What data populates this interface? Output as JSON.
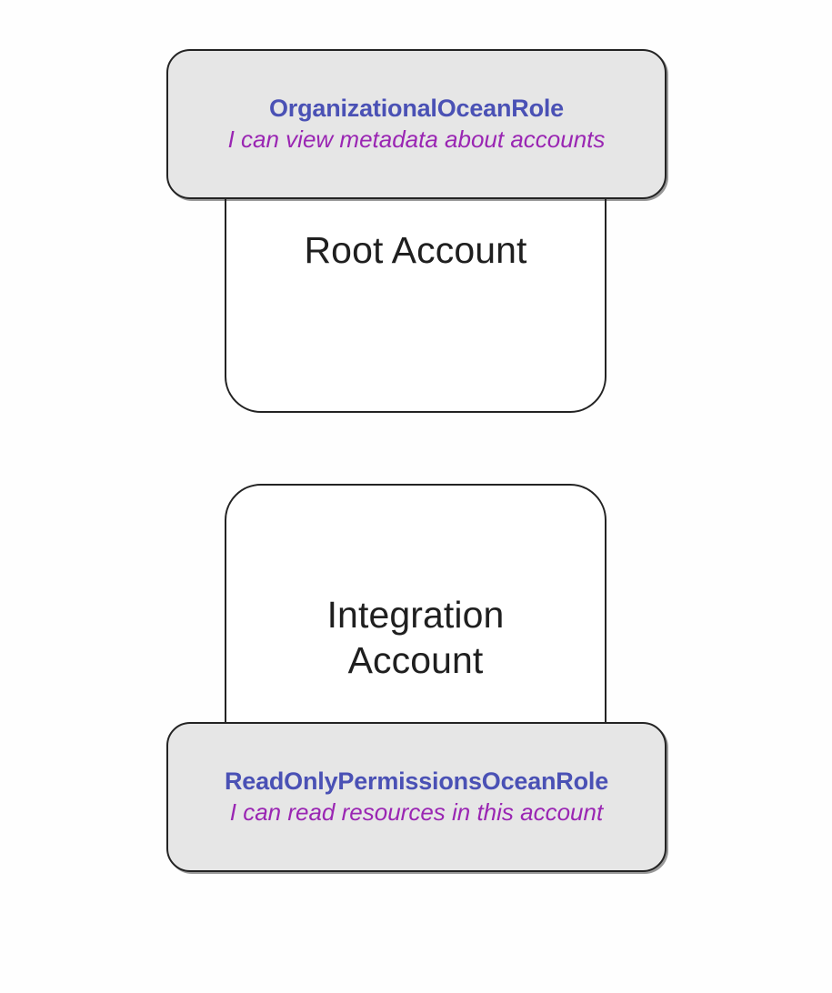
{
  "diagram": {
    "type": "aws-account-role-diagram",
    "background_color": "#fefefe",
    "colors": {
      "role_name": "#4a51b5",
      "role_description": "#9a26b3",
      "role_card_fill": "#e6e6e6",
      "account_box_fill": "#ffffff",
      "outline": "#232323",
      "account_label": "#1f1f1f"
    },
    "nodes": [
      {
        "id": "root-account",
        "account_label": "Root Account",
        "role_name": "OrganizationalOceanRole",
        "role_description": "I can view metadata about accounts",
        "role_position": "top"
      },
      {
        "id": "integration-account",
        "account_label": "Integration\nAccount",
        "account_label_line1": "Integration",
        "account_label_line2": "Account",
        "role_name": "ReadOnlyPermissionsOceanRole",
        "role_description": "I can read resources in this account",
        "role_position": "bottom"
      }
    ]
  }
}
